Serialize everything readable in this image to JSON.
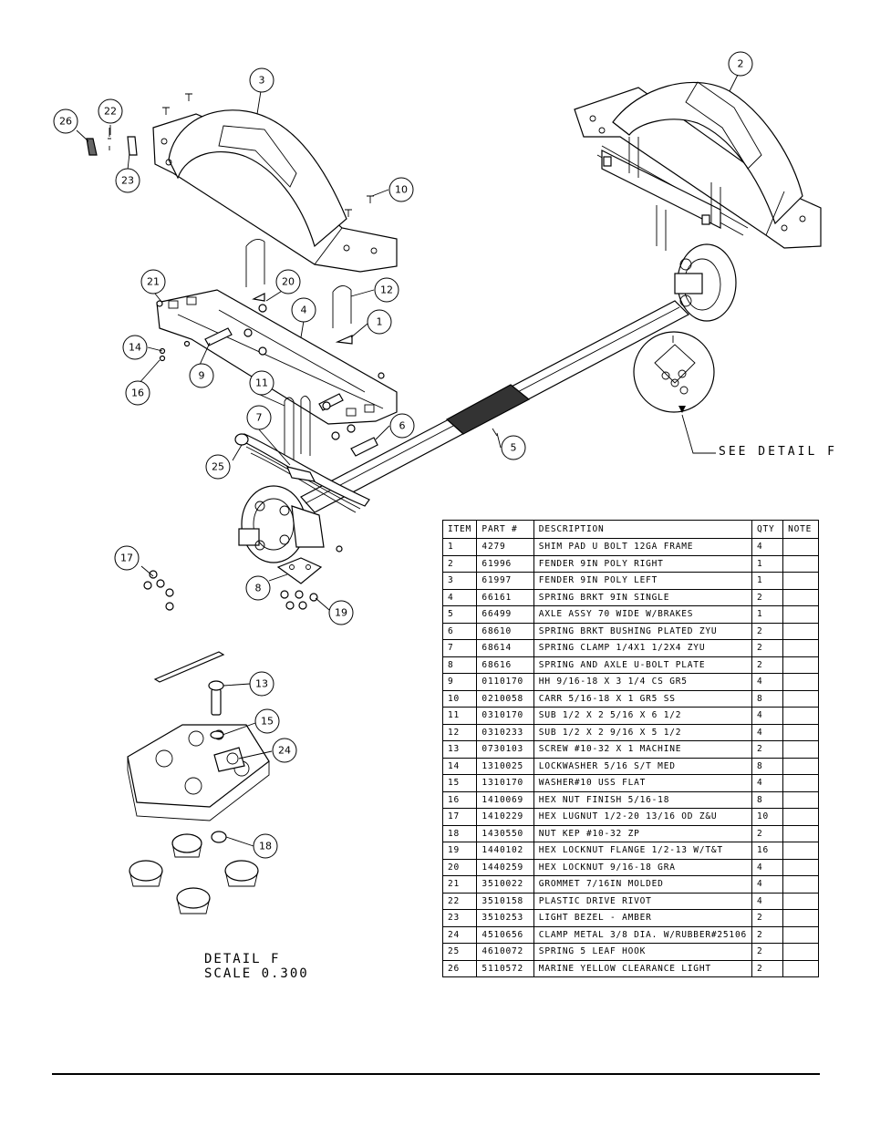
{
  "callouts": {
    "c1": "1",
    "c2": "2",
    "c3": "3",
    "c4": "4",
    "c5": "5",
    "c6": "6",
    "c7": "7",
    "c8": "8",
    "c9": "9",
    "c10": "10",
    "c11": "11",
    "c12": "12",
    "c13": "13",
    "c14": "14",
    "c15": "15",
    "c16": "16",
    "c17": "17",
    "c18": "18",
    "c19": "19",
    "c20": "20",
    "c21": "21",
    "c22": "22",
    "c23": "23",
    "c24": "24",
    "c25": "25",
    "c26": "26"
  },
  "see_detail": "SEE DETAIL  F",
  "detail_label": {
    "line1": "DETAIL  F",
    "line2": "SCALE  0.300"
  },
  "bom": {
    "headers": {
      "item": "ITEM",
      "part": "PART #",
      "description": "DESCRIPTION",
      "qty": "QTY",
      "note": "NOTE"
    },
    "rows": [
      {
        "item": "1",
        "part": "4279",
        "description": "SHIM PAD   U BOLT 12GA FRAME",
        "qty": "4"
      },
      {
        "item": "2",
        "part": "61996",
        "description": "FENDER  9IN POLY RIGHT",
        "qty": "1"
      },
      {
        "item": "3",
        "part": "61997",
        "description": "FENDER  9IN POLY LEFT",
        "qty": "1"
      },
      {
        "item": "4",
        "part": "66161",
        "description": "SPRING BRKT   9IN SINGLE",
        "qty": "2"
      },
      {
        "item": "5",
        "part": "66499",
        "description": "AXLE ASSY 70 WIDE W/BRAKES",
        "qty": "1"
      },
      {
        "item": "6",
        "part": "68610",
        "description": "SPRING BRKT BUSHING PLATED ZYU",
        "qty": "2"
      },
      {
        "item": "7",
        "part": "68614",
        "description": "SPRING CLAMP   1/4X1 1/2X4  ZYU",
        "qty": "2"
      },
      {
        "item": "8",
        "part": "68616",
        "description": "SPRING AND AXLE U-BOLT PLATE",
        "qty": "2"
      },
      {
        "item": "9",
        "part": "0110170",
        "description": "HH 9/16-18 X 3 1/4 CS GR5",
        "qty": "4"
      },
      {
        "item": "10",
        "part": "0210058",
        "description": "CARR 5/16-18 X 1 GR5 SS",
        "qty": "8"
      },
      {
        "item": "11",
        "part": "0310170",
        "description": "SUB 1/2 X 2 5/16 X 6 1/2",
        "qty": "4"
      },
      {
        "item": "12",
        "part": "0310233",
        "description": "SUB 1/2 X 2 9/16 X 5 1/2",
        "qty": "4"
      },
      {
        "item": "13",
        "part": "0730103",
        "description": "SCREW #10-32 X 1 MACHINE",
        "qty": "2"
      },
      {
        "item": "14",
        "part": "1310025",
        "description": "LOCKWASHER 5/16 S/T MED",
        "qty": "8"
      },
      {
        "item": "15",
        "part": "1310170",
        "description": "WASHER#10 USS FLAT",
        "qty": "4"
      },
      {
        "item": "16",
        "part": "1410069",
        "description": "HEX NUT FINISH 5/16-18",
        "qty": "8"
      },
      {
        "item": "17",
        "part": "1410229",
        "description": "HEX LUGNUT 1/2-20 13/16 OD Z&U",
        "qty": "10"
      },
      {
        "item": "18",
        "part": "1430550",
        "description": "NUT KEP #10-32 ZP",
        "qty": "2"
      },
      {
        "item": "19",
        "part": "1440102",
        "description": "HEX LOCKNUT FLANGE 1/2-13 W/T&T",
        "qty": "16"
      },
      {
        "item": "20",
        "part": "1440259",
        "description": "HEX LOCKNUT 9/16-18 GRA",
        "qty": "4"
      },
      {
        "item": "21",
        "part": "3510022",
        "description": "GROMMET  7/16IN MOLDED",
        "qty": "4"
      },
      {
        "item": "22",
        "part": "3510158",
        "description": "PLASTIC DRIVE RIVOT",
        "qty": "4"
      },
      {
        "item": "23",
        "part": "3510253",
        "description": "LIGHT BEZEL - AMBER",
        "qty": "2"
      },
      {
        "item": "24",
        "part": "4510656",
        "description": "CLAMP METAL 3/8 DIA. W/RUBBER#25106",
        "qty": "2"
      },
      {
        "item": "25",
        "part": "4610072",
        "description": "SPRING  5 LEAF HOOK",
        "qty": "2"
      },
      {
        "item": "26",
        "part": "5110572",
        "description": "MARINE YELLOW CLEARANCE LIGHT",
        "qty": "2"
      }
    ]
  }
}
